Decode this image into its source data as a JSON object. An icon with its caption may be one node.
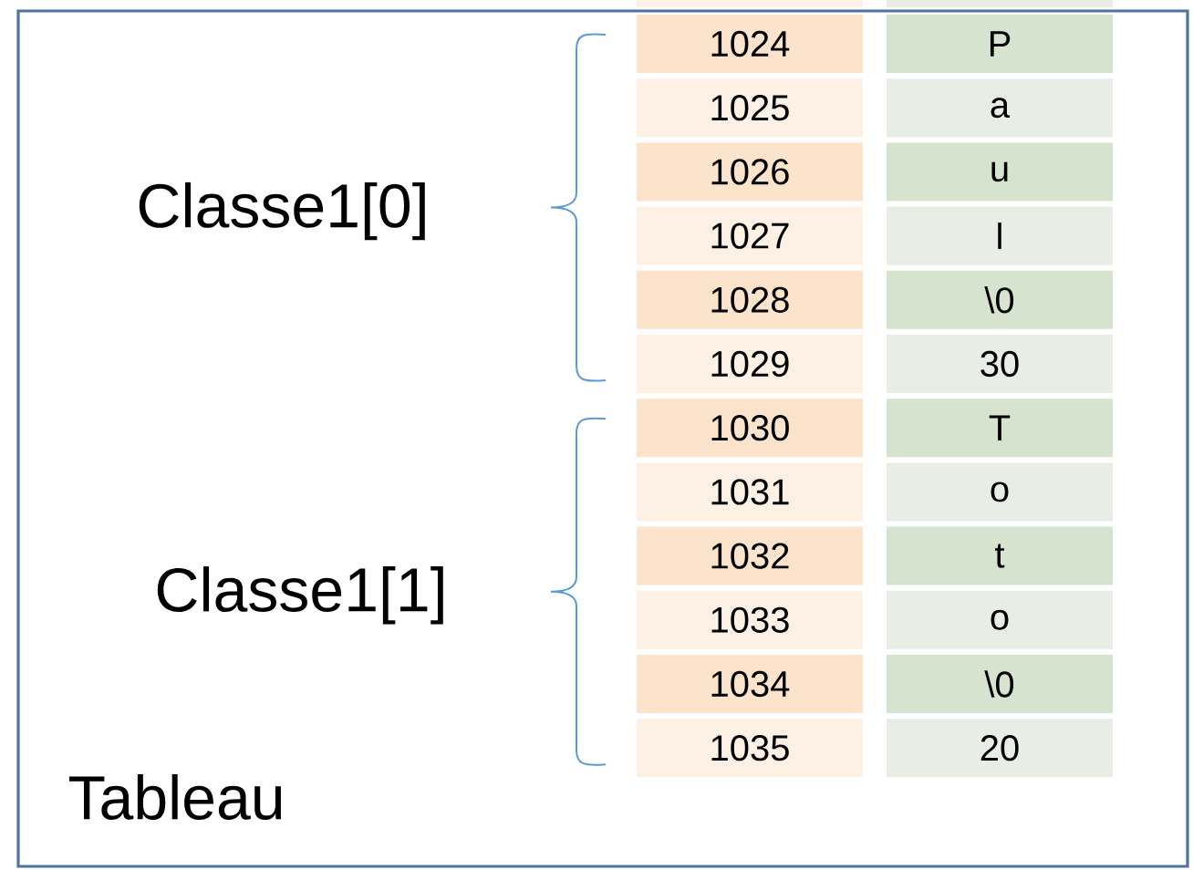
{
  "diagram": {
    "nodes": [
      {
        "text": [
          "Tableau"
        ]
      }
    ],
    "labels": [
      "Classe1[0]",
      "Classe1[1]",
      "1024",
      "P",
      "1025",
      "a",
      "1026",
      "u",
      "1027",
      "l",
      "1028",
      "\\0",
      "1029",
      "30",
      "1030",
      "T",
      "1031",
      "o",
      "1032",
      "t",
      "1033",
      "o",
      "1034",
      "\\0",
      "1035",
      "20"
    ]
  }
}
